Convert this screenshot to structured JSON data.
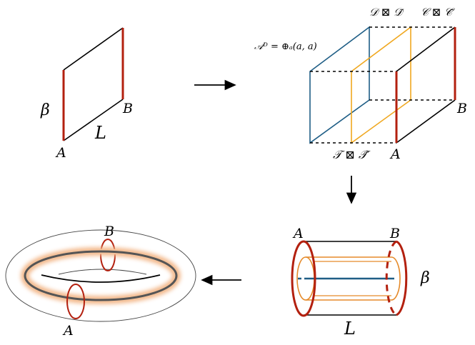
{
  "colors": {
    "red": "#b3200f",
    "black": "#000000",
    "blue": "#1f5e86",
    "orange": "#f0a820",
    "tube_orange": "#e58a2a",
    "glow": "#f3b88a",
    "grey": "#555555"
  },
  "panel1": {
    "label_beta": "β",
    "label_L": "L",
    "label_A": "A",
    "label_B": "B"
  },
  "panel2": {
    "label_ad": "𝒜ᴰ = ⊕ₐ(a, a)",
    "label_dd": "𝒟 ⊠ 𝒟̄",
    "label_cc": "𝒞 ⊠ 𝒞̄",
    "label_tt": "𝒯 ⊠ 𝒯̄",
    "label_A": "A",
    "label_B": "B"
  },
  "panel3": {
    "label_A": "A",
    "label_B": "B",
    "label_beta": "β",
    "label_L": "L"
  },
  "panel4": {
    "label_A": "A",
    "label_B": "B"
  }
}
